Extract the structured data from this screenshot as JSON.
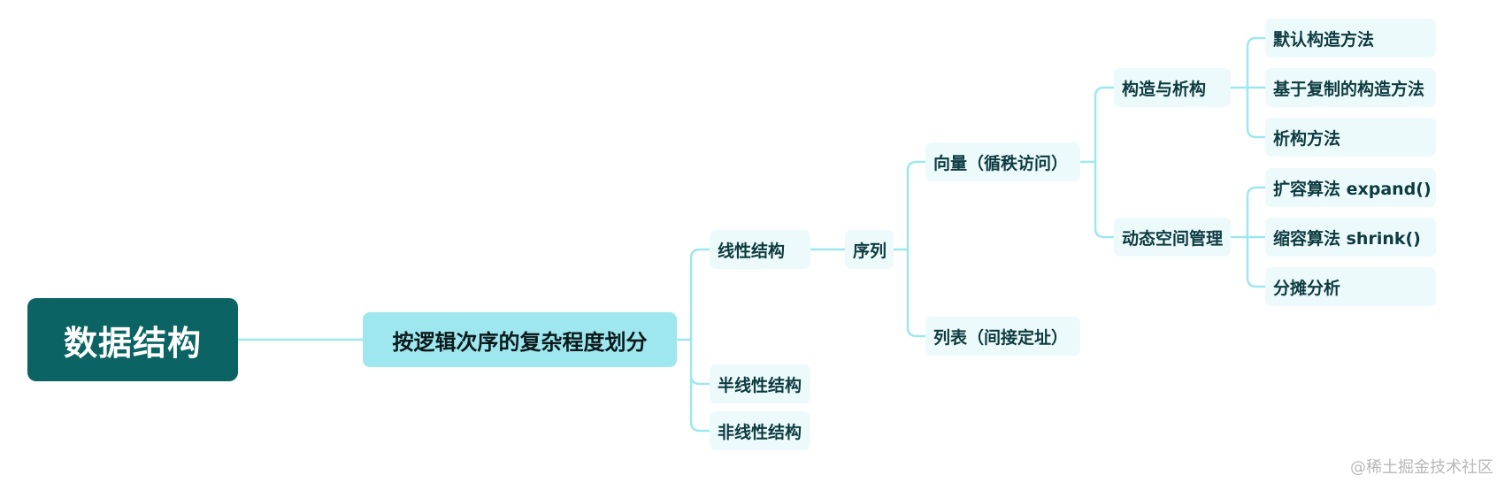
{
  "colors": {
    "root_bg": "#0b6463",
    "main_bg": "#9ee7ee",
    "sub_bg": "#ecfafb",
    "edge": "#9ee7ee"
  },
  "mindmap": {
    "root": "数据结构",
    "main": "按逻辑次序的复杂程度划分",
    "linear": "线性结构",
    "semi_linear": "半线性结构",
    "non_linear": "非线性结构",
    "sequence": "序列",
    "vector": "向量（循秩访问）",
    "list": "列表（间接定址）",
    "ctor_dtor": "构造与析构",
    "dynamic_space": "动态空间管理",
    "default_ctor": "默认构造方法",
    "copy_ctor": "基于复制的构造方法",
    "dtor": "析构方法",
    "expand": "扩容算法 expand()",
    "shrink": "缩容算法 shrink()",
    "amortized": "分摊分析"
  },
  "watermark": "@稀土掘金技术社区"
}
